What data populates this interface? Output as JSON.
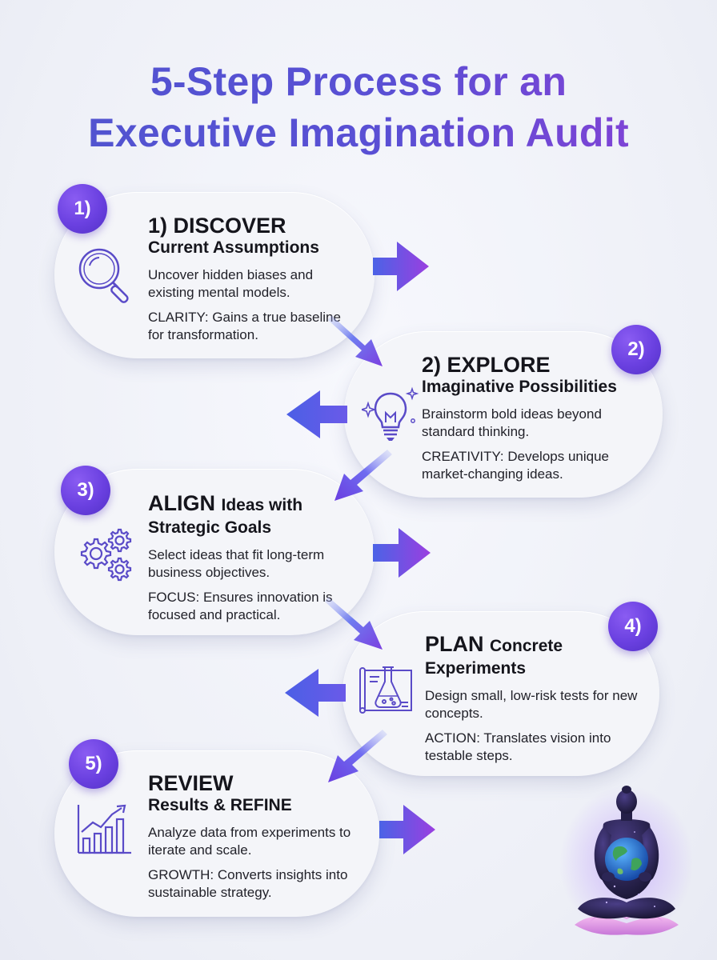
{
  "title": {
    "line1": "5-Step Process for an",
    "line2": "Executive Imagination Audit"
  },
  "steps": [
    {
      "badge": "1)",
      "heading": "1) DISCOVER",
      "subheading": "Current Assumptions",
      "description": "Uncover hidden biases and existing mental models.",
      "benefit": "CLARITY: Gains a true baseline for transformation.",
      "icon": "magnifying-glass-icon"
    },
    {
      "badge": "2)",
      "heading": "2) EXPLORE",
      "subheading": "Imaginative Possibilities",
      "description": "Brainstorm bold ideas beyond standard thinking.",
      "benefit": "CREATIVITY: Develops unique market-changing ideas.",
      "icon": "lightbulb-icon"
    },
    {
      "badge": "3)",
      "heading": "ALIGN",
      "heading_rest": "Ideas with",
      "subheading": "Strategic Goals",
      "description": "Select ideas that fit long-term business objectives.",
      "benefit": "FOCUS: Ensures innovation is focused and practical.",
      "icon": "gears-icon"
    },
    {
      "badge": "4)",
      "heading": "PLAN",
      "heading_rest": "Concrete",
      "subheading": "Experiments",
      "description": "Design small, low-risk tests for new concepts.",
      "benefit": "ACTION: Translates vision into testable steps.",
      "icon": "flask-blueprint-icon"
    },
    {
      "badge": "5)",
      "heading": "REVIEW",
      "subheading": "Results & REFINE",
      "description": "Analyze data from experiments to iterate and scale.",
      "benefit": "GROWTH: Converts insights into sustainable strategy.",
      "icon": "growth-chart-icon"
    }
  ],
  "colors": {
    "title_start": "#4f55cf",
    "title_end": "#8b3fd6",
    "badge": "#6a40e0",
    "arrow_start": "#4b63e6",
    "arrow_end": "#9a3fe0",
    "icon_stroke": "#5a4bc8"
  }
}
